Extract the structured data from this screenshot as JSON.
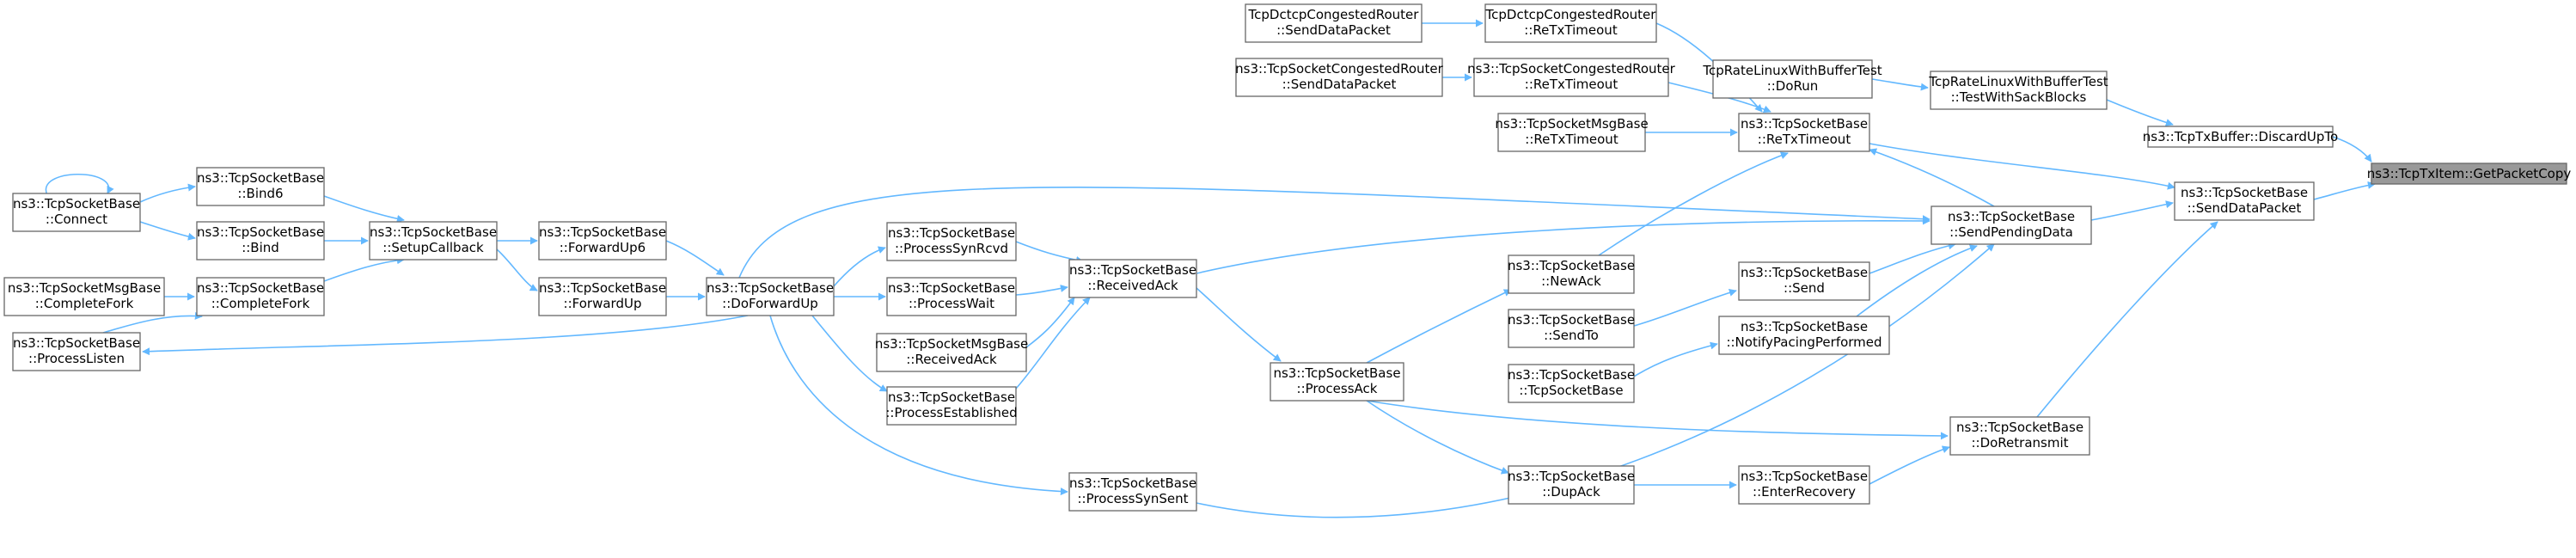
{
  "diagram": {
    "title": "",
    "colors": {
      "edge": "#63b8ff",
      "node_border": "#666666",
      "root_fill": "#999999",
      "node_fill": "#ffffff"
    },
    "nodes": [
      {
        "id": "getpacketcopy",
        "lines": [
          "ns3::TcpTxItem::GetPacketCopy"
        ],
        "root": true
      },
      {
        "id": "discardupto",
        "lines": [
          "ns3::TcpTxBuffer::DiscardUpTo"
        ]
      },
      {
        "id": "sackblocks",
        "lines": [
          "TcpRateLinuxWithBufferTest",
          "::TestWithSackBlocks"
        ]
      },
      {
        "id": "dorun",
        "lines": [
          "TcpRateLinuxWithBufferTest",
          "::DoRun"
        ]
      },
      {
        "id": "senddatapacket",
        "lines": [
          "ns3::TcpSocketBase",
          "::SendDataPacket"
        ]
      },
      {
        "id": "sendpendingdata",
        "lines": [
          "ns3::TcpSocketBase",
          "::SendPendingData"
        ]
      },
      {
        "id": "retxtimeout",
        "lines": [
          "ns3::TcpSocketBase",
          "::ReTxTimeout"
        ]
      },
      {
        "id": "doretransmit",
        "lines": [
          "ns3::TcpSocketBase",
          "::DoRetransmit"
        ]
      },
      {
        "id": "dctcp_retx",
        "lines": [
          "TcpDctcpCongestedRouter",
          "::ReTxTimeout"
        ]
      },
      {
        "id": "dctcp_send",
        "lines": [
          "TcpDctcpCongestedRouter",
          "::SendDataPacket"
        ]
      },
      {
        "id": "cong_retx",
        "lines": [
          "ns3::TcpSocketCongestedRouter",
          "::ReTxTimeout"
        ]
      },
      {
        "id": "cong_send",
        "lines": [
          "ns3::TcpSocketCongestedRouter",
          "::SendDataPacket"
        ]
      },
      {
        "id": "msg_retx",
        "lines": [
          "ns3::TcpSocketMsgBase",
          "::ReTxTimeout"
        ]
      },
      {
        "id": "newack",
        "lines": [
          "ns3::TcpSocketBase",
          "::NewAck"
        ]
      },
      {
        "id": "send",
        "lines": [
          "ns3::TcpSocketBase",
          "::Send"
        ]
      },
      {
        "id": "sendto",
        "lines": [
          "ns3::TcpSocketBase",
          "::SendTo"
        ]
      },
      {
        "id": "notifypacing",
        "lines": [
          "ns3::TcpSocketBase",
          "::NotifyPacingPerformed"
        ]
      },
      {
        "id": "ctor",
        "lines": [
          "ns3::TcpSocketBase",
          "::TcpSocketBase"
        ]
      },
      {
        "id": "enterrecovery",
        "lines": [
          "ns3::TcpSocketBase",
          "::EnterRecovery"
        ]
      },
      {
        "id": "dupack",
        "lines": [
          "ns3::TcpSocketBase",
          "::DupAck"
        ]
      },
      {
        "id": "processack",
        "lines": [
          "ns3::TcpSocketBase",
          "::ProcessAck"
        ]
      },
      {
        "id": "receivedack",
        "lines": [
          "ns3::TcpSocketBase",
          "::ReceivedAck"
        ]
      },
      {
        "id": "processsynrcvd",
        "lines": [
          "ns3::TcpSocketBase",
          "::ProcessSynRcvd"
        ]
      },
      {
        "id": "processwait",
        "lines": [
          "ns3::TcpSocketBase",
          "::ProcessWait"
        ]
      },
      {
        "id": "msg_receivedack",
        "lines": [
          "ns3::TcpSocketMsgBase",
          "::ReceivedAck"
        ]
      },
      {
        "id": "processestablished",
        "lines": [
          "ns3::TcpSocketBase",
          "::ProcessEstablished"
        ]
      },
      {
        "id": "processsynsent",
        "lines": [
          "ns3::TcpSocketBase",
          "::ProcessSynSent"
        ]
      },
      {
        "id": "doforwardup",
        "lines": [
          "ns3::TcpSocketBase",
          "::DoForwardUp"
        ]
      },
      {
        "id": "forwardup6",
        "lines": [
          "ns3::TcpSocketBase",
          "::ForwardUp6"
        ]
      },
      {
        "id": "forwardup",
        "lines": [
          "ns3::TcpSocketBase",
          "::ForwardUp"
        ]
      },
      {
        "id": "setupcallback",
        "lines": [
          "ns3::TcpSocketBase",
          "::SetupCallback"
        ]
      },
      {
        "id": "bind6",
        "lines": [
          "ns3::TcpSocketBase",
          "::Bind6"
        ]
      },
      {
        "id": "bind",
        "lines": [
          "ns3::TcpSocketBase",
          "::Bind"
        ]
      },
      {
        "id": "completefork",
        "lines": [
          "ns3::TcpSocketBase",
          "::CompleteFork"
        ]
      },
      {
        "id": "connect",
        "lines": [
          "ns3::TcpSocketBase",
          "::Connect"
        ]
      },
      {
        "id": "msg_completefork",
        "lines": [
          "ns3::TcpSocketMsgBase",
          "::CompleteFork"
        ]
      },
      {
        "id": "processlisten",
        "lines": [
          "ns3::TcpSocketBase",
          "::ProcessListen"
        ]
      }
    ]
  }
}
